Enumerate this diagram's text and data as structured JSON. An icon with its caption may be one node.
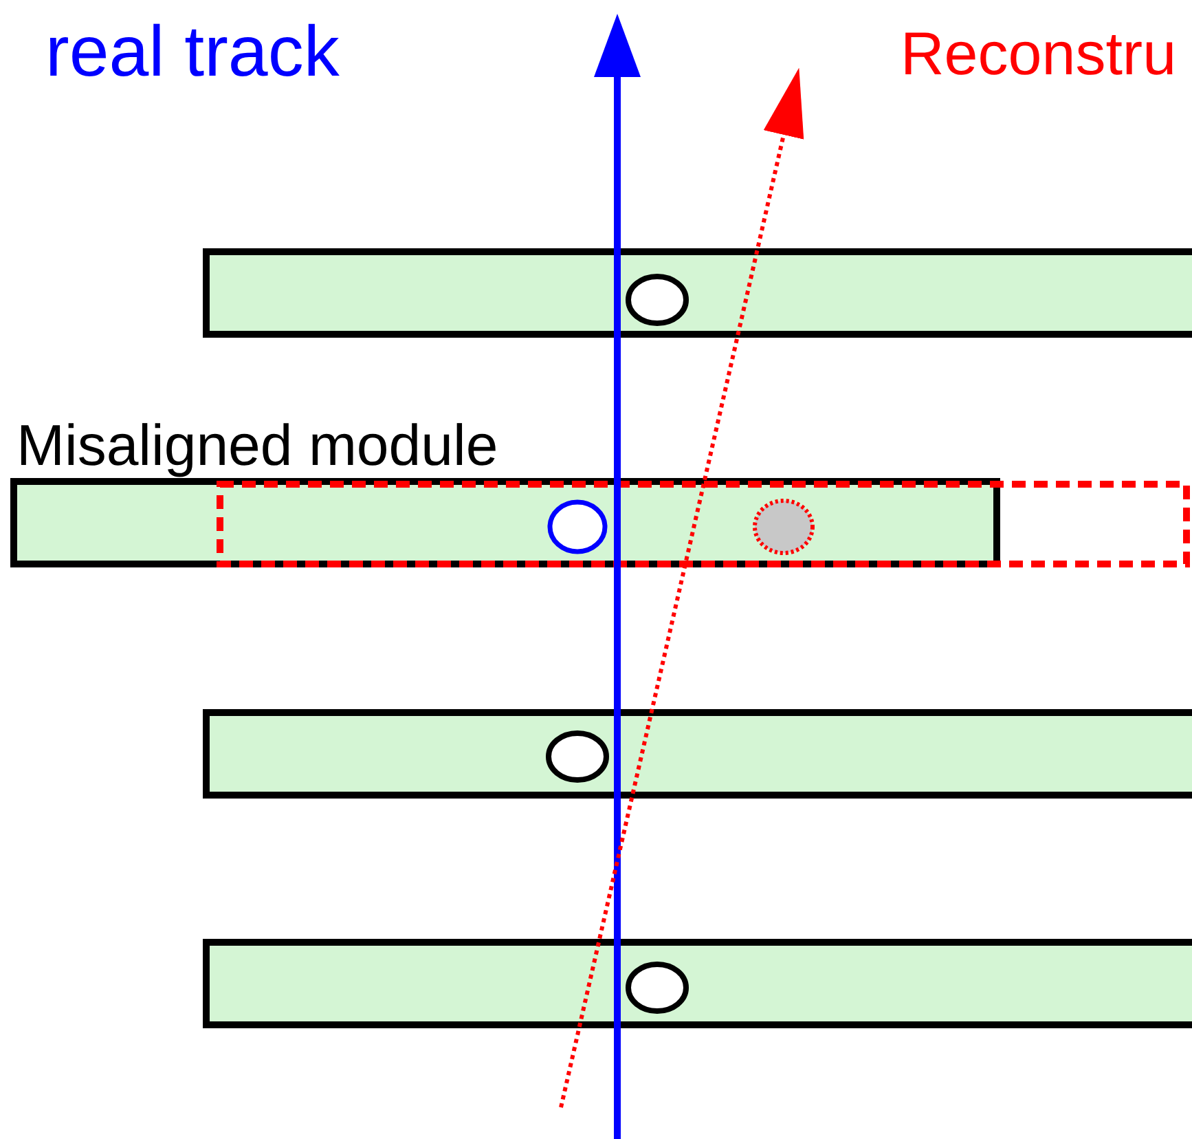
{
  "diagram": {
    "labels": [
      "real track",
      "Reconstru",
      "Misaligned module"
    ]
  }
}
